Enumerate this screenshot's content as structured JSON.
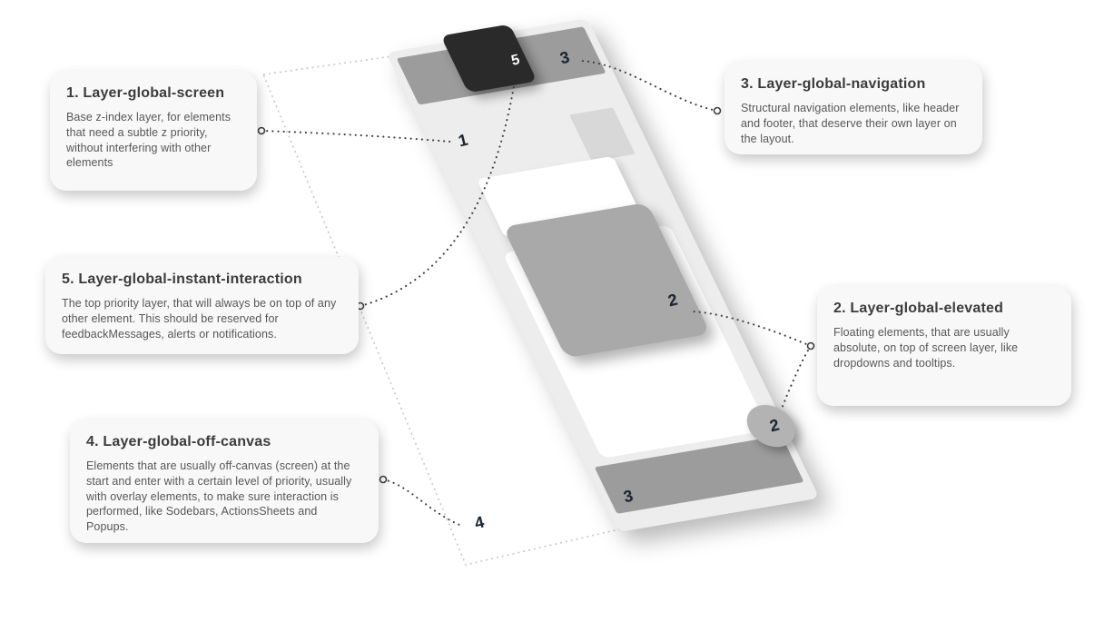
{
  "callouts": {
    "screen": {
      "title": "1. Layer-global-screen",
      "body": "Base z-index layer, for elements that need a subtle z priority, without interfering with other elements"
    },
    "instant_interaction": {
      "title": "5. Layer-global-instant-interaction",
      "body": "The top priority layer, that will always be on top of any other element. This should be reserved for feedbackMessages, alerts or notifications."
    },
    "off_canvas": {
      "title": "4. Layer-global-off-canvas",
      "body": "Elements that are usually off-canvas (screen) at the start and enter with a certain level of priority, usually with overlay elements, to make sure interaction is performed, like Sodebars, ActionsSheets and Popups."
    },
    "navigation": {
      "title": "3. Layer-global-navigation",
      "body": "Structural navigation elements, like header and footer, that deserve their own layer on the layout."
    },
    "elevated": {
      "title": "2. Layer-global-elevated",
      "body": "Floating elements, that are usually absolute, on top of screen layer, like dropdowns and tooltips."
    }
  },
  "markers": {
    "screen": "1",
    "toast": "5",
    "header": "3",
    "dropdown": "2",
    "fab": "2",
    "footer": "3",
    "off_canvas": "4"
  },
  "colors": {
    "page_bg": "#ffffff",
    "callout_bg": "#f8f8f8",
    "title_text": "#3c3c3c",
    "body_text": "#575757",
    "phone_body": "#ededed",
    "nav_band": "#9c9c9c",
    "toast_dark": "#2a2a2a",
    "chip": "#d8d8d8",
    "card": "#ffffff",
    "content_panel": "#ffffff",
    "dropdown_panel": "#a9a9a9",
    "fab_circle": "#b3b3b3",
    "marker_text": "#1c2733",
    "marker_text_on_dark": "#ffffff",
    "connector_dots": "#3f3f3f",
    "canvas_outline_dots": "#c8c8c8"
  }
}
